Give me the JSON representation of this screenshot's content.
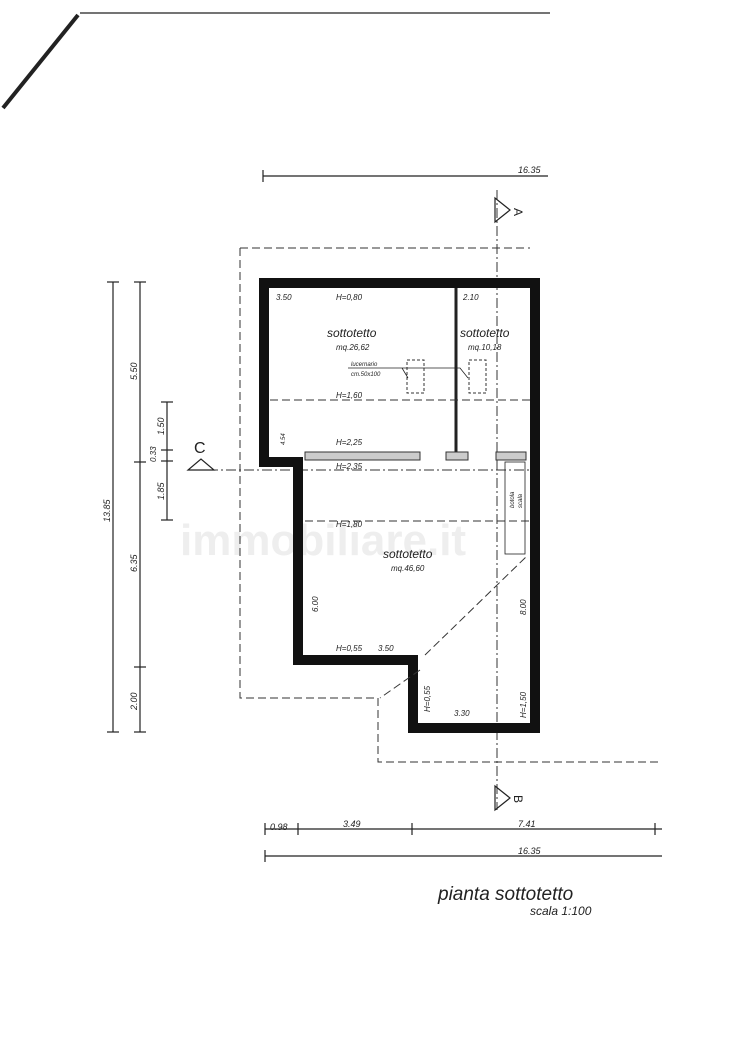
{
  "plan": {
    "title": "pianta sottotetto",
    "scale": "scala 1:100",
    "watermark": "immobiliare.it",
    "section_markers": {
      "a": "A",
      "b": "B",
      "c": "C"
    },
    "rooms": [
      {
        "name": "sottotetto",
        "area": "mq.26,62"
      },
      {
        "name": "sottotetto",
        "area": "mq.10,18"
      },
      {
        "name": "sottotetto",
        "area": "mq.46,60"
      }
    ],
    "skylight": {
      "label": "lucernario",
      "size": "cm.50x100"
    },
    "hatch": {
      "line1": "botola",
      "line2": "scala"
    },
    "heights": [
      "H=0,80",
      "H=1,60",
      "H=2,25",
      "H=2,35",
      "H=1,80",
      "H=0,55",
      "H=0,55",
      "H=1,50"
    ],
    "inner_dims": [
      "3.50",
      "2.10",
      "4.54",
      "6.00",
      "3.50",
      "3.30",
      "8.00"
    ],
    "top_dims": [
      "16.35"
    ],
    "left_dims": [
      "13.85",
      "5.50",
      "1.50",
      "0.33",
      "1.85",
      "6.35",
      "2.00"
    ],
    "bottom_dims": [
      "0.98",
      "3.49",
      "7.41",
      "16.35"
    ]
  }
}
